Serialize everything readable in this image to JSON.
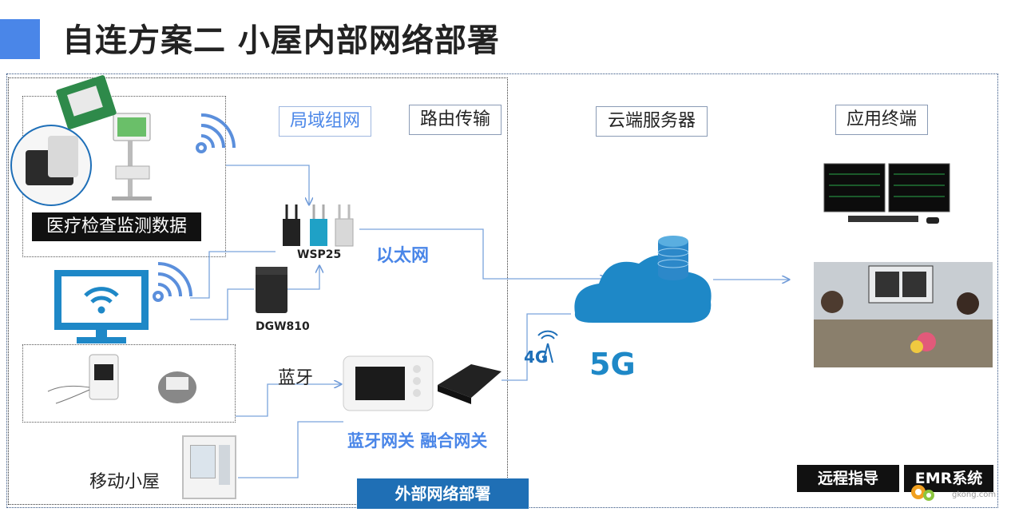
{
  "title": "自连方案二   小屋内部网络部署",
  "column_labels": {
    "lan": "局域组网",
    "routing": "路由传输",
    "cloud_server": "云端服务器",
    "app_terminal": "应用终端"
  },
  "medical_data_caption": "医疗检查监测数据",
  "devices": {
    "wsp25": "WSP25",
    "dgw810": "DGW810"
  },
  "ethernet_label": "以太网",
  "bluetooth_label": "蓝牙",
  "gateway_labels": "蓝牙网关 融合网关",
  "mobile_cabin_label": "移动小屋",
  "network_4g": "4G",
  "network_5g": "5G",
  "external_network_button": "外部网络部署",
  "remote_guidance_button": "远程指导",
  "emr_system_button": "EMR系统",
  "watermark": "gkong.com",
  "colors": {
    "accent_blue": "#4a86e8",
    "cloud_blue": "#1e88c7",
    "button_blue": "#1f6fb5"
  }
}
